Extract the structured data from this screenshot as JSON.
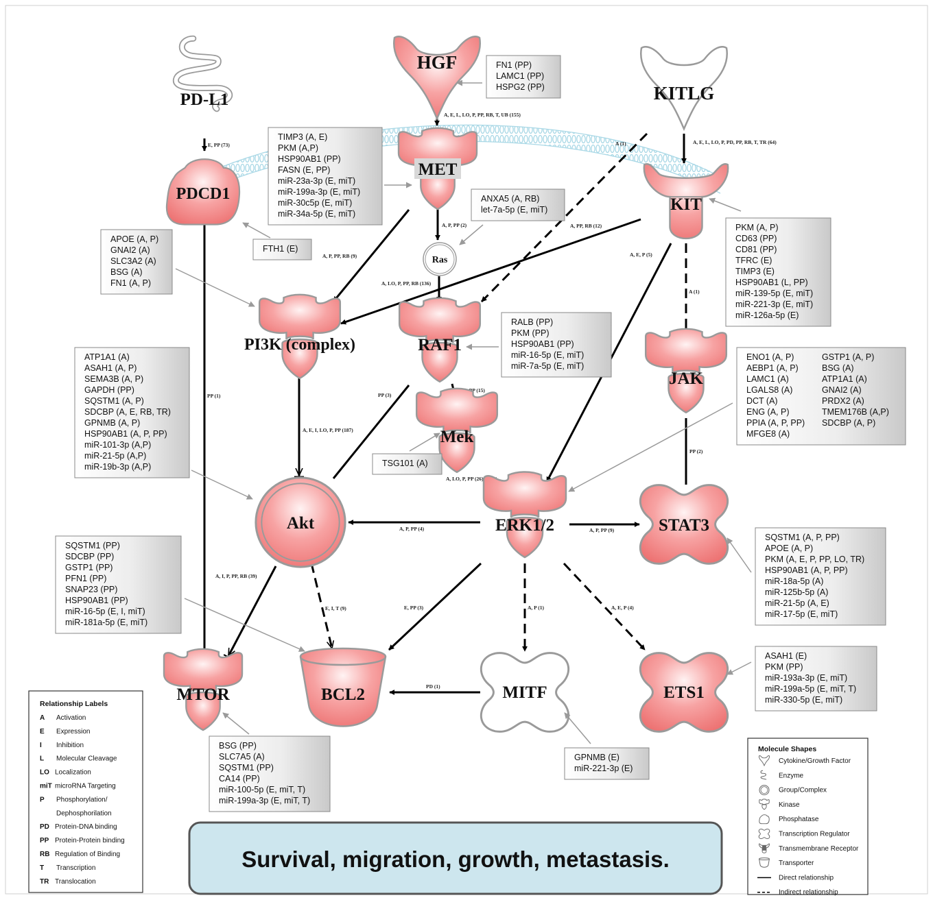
{
  "nodes": [
    {
      "id": "hgf",
      "label": "HGF",
      "shape": "cytokine"
    },
    {
      "id": "pdl1",
      "label": "PD-L1",
      "shape": "enzyme"
    },
    {
      "id": "kitlg",
      "label": "KITLG",
      "shape": "cytokine"
    },
    {
      "id": "met",
      "label": "MET",
      "shape": "kinase"
    },
    {
      "id": "pdcd1",
      "label": "PDCD1",
      "shape": "phosphatase"
    },
    {
      "id": "kit",
      "label": "KIT",
      "shape": "receptor"
    },
    {
      "id": "ras",
      "label": "Ras",
      "shape": "group"
    },
    {
      "id": "pi3k",
      "label": "PI3K (complex)",
      "shape": "kinase"
    },
    {
      "id": "raf1",
      "label": "RAF1",
      "shape": "kinase"
    },
    {
      "id": "jak",
      "label": "JAK",
      "shape": "kinase"
    },
    {
      "id": "mek",
      "label": "Mek",
      "shape": "kinase"
    },
    {
      "id": "akt",
      "label": "Akt",
      "shape": "group"
    },
    {
      "id": "erk",
      "label": "ERK1/2",
      "shape": "kinase"
    },
    {
      "id": "stat3",
      "label": "STAT3",
      "shape": "transcription"
    },
    {
      "id": "mtor",
      "label": "MTOR",
      "shape": "kinase"
    },
    {
      "id": "bcl2",
      "label": "BCL2",
      "shape": "transporter"
    },
    {
      "id": "mitf",
      "label": "MITF",
      "shape": "transcription"
    },
    {
      "id": "ets1",
      "label": "ETS1",
      "shape": "transcription"
    }
  ],
  "edges": [
    {
      "id": "hgf-met",
      "label": "A, E, L, LO, P, PP, RB, T, UB (155)",
      "style": "solid"
    },
    {
      "id": "pdl1-pdcd1",
      "label": "E, PP (73)",
      "style": "solid"
    },
    {
      "id": "kitlg-kit",
      "label": "A, E, L, LO, P, PD, PP, RB, T, TR (64)",
      "style": "solid"
    },
    {
      "id": "kitlg-raf1",
      "label": "A (1)",
      "style": "dashed"
    },
    {
      "id": "met-ras",
      "label": "A, P, PP (2)",
      "style": "solid"
    },
    {
      "id": "ras-raf1",
      "label": "A, LO, P, PP, RB (136)",
      "style": "solid"
    },
    {
      "id": "met-pi3k",
      "label": "A, P, PP, RB (9)",
      "style": "solid"
    },
    {
      "id": "kit-pi3k",
      "label": "A, PP, RB (12)",
      "style": "solid"
    },
    {
      "id": "kit-jak",
      "label": "A (1)",
      "style": "dashed"
    },
    {
      "id": "kit-erk",
      "label": "A, E, P (5)",
      "style": "solid"
    },
    {
      "id": "raf1-mek",
      "label": "A, P, PP (15)",
      "style": "solid"
    },
    {
      "id": "pi3k-akt",
      "label": "A, E, I, LO, P, PP (187)",
      "style": "solid"
    },
    {
      "id": "raf1-akt",
      "label": "PP (3)",
      "style": "solid"
    },
    {
      "id": "mek-erk",
      "label": "A, LO, P, PP (26)",
      "style": "solid"
    },
    {
      "id": "jak-stat3",
      "label": "PP (2)",
      "style": "solid"
    },
    {
      "id": "erk-akt",
      "label": "A, P, PP (4)",
      "style": "solid"
    },
    {
      "id": "erk-stat3",
      "label": "A, P, PP (9)",
      "style": "solid"
    },
    {
      "id": "pdcd1-mtor",
      "label": "PP (1)",
      "style": "solid"
    },
    {
      "id": "akt-mtor",
      "label": "A, I, P, PP, RB (39)",
      "style": "solid"
    },
    {
      "id": "akt-bcl2",
      "label": "E, I, T (9)",
      "style": "dashed"
    },
    {
      "id": "erk-bcl2",
      "label": "E, PP (3)",
      "style": "solid"
    },
    {
      "id": "erk-mitf",
      "label": "A, P (1)",
      "style": "dashed"
    },
    {
      "id": "erk-ets1",
      "label": "A, E, P (4)",
      "style": "dashed"
    },
    {
      "id": "mitf-bcl2",
      "label": "PD (1)",
      "style": "solid"
    }
  ],
  "annotations": [
    {
      "id": "hgf",
      "lines": [
        "FN1 (PP)",
        "LAMC1 (PP)",
        "HSPG2 (PP)"
      ]
    },
    {
      "id": "met",
      "lines": [
        "TIMP3 (A, E)",
        "PKM (A,P)",
        "HSP90AB1 (PP)",
        "FASN (E, PP)",
        "miR-23a-3p (E, miT)",
        "miR-199a-3p (E, miT)",
        "miR-30c5p  (E, miT)",
        "miR-34a-5p (E, miT)"
      ]
    },
    {
      "id": "pdcd1",
      "lines": [
        "FTH1 (E)"
      ]
    },
    {
      "id": "ras",
      "lines": [
        "ANXA5 (A, RB)",
        "let-7a-5p (E, miT)"
      ]
    },
    {
      "id": "pi3k",
      "lines": [
        "APOE (A, P)",
        "GNAI2 (A)",
        "SLC3A2 (A)",
        "BSG (A)",
        "FN1 (A, P)"
      ]
    },
    {
      "id": "kit",
      "lines": [
        "PKM (A, P)",
        "CD63 (PP)",
        "CD81 (PP)",
        "TFRC (E)",
        "TIMP3 (E)",
        "HSP90AB1 (L, PP)",
        "miR-139-5p (E, miT)",
        "miR-221-3p (E, miT)",
        "miR-126a-5p (E)"
      ]
    },
    {
      "id": "raf1",
      "lines": [
        "RALB (PP)",
        "PKM (PP)",
        "HSP90AB1 (PP)",
        "miR-16-5p (E, miT)",
        "miR-7a-5p (E, miT)"
      ]
    },
    {
      "id": "akt",
      "lines": [
        "ATP1A1 (A)",
        "ASAH1 (A, P)",
        "SEMA3B (A, P)",
        "GAPDH (PP)",
        "SQSTM1 (A, P)",
        "SDCBP (A, E, RB, TR)",
        "GPNMB (A, P)",
        "HSP90AB1 (A, P, PP)",
        "miR-101-3p (A,P)",
        "miR-21-5p (A,P)",
        "miR-19b-3p (A,P)"
      ]
    },
    {
      "id": "mek",
      "lines": [
        "TSG101 (A)"
      ]
    },
    {
      "id": "erk",
      "col1": [
        "ENO1 (A, P)",
        "AEBP1 (A, P)",
        "LAMC1 (A)",
        "LGALS8 (A)",
        "DCT (A)",
        "ENG (A, P)",
        "PPIA (A, P, PP)",
        "MFGE8 (A)"
      ],
      "col2": [
        "GSTP1 (A, P)",
        "BSG (A)",
        "ATP1A1 (A)",
        "GNAI2 (A)",
        "PRDX2 (A)",
        "TMEM176B (A,P)",
        "SDCBP (A, P)"
      ]
    },
    {
      "id": "stat3",
      "lines": [
        "SQSTM1 (A, P, PP)",
        "APOE (A, P)",
        "PKM (A, E, P, PP, LO, TR)",
        "HSP90AB1 (A, P, PP)",
        "miR-18a-5p (A)",
        "miR-125b-5p (A)",
        "miR-21-5p (A, E)",
        "miR-17-5p (E, miT)"
      ]
    },
    {
      "id": "bcl2",
      "lines": [
        "SQSTM1 (PP)",
        "SDCBP (PP)",
        "GSTP1 (PP)",
        "PFN1 (PP)",
        "SNAP23 (PP)",
        "HSP90AB1 (PP)",
        "miR-16-5p (E, I, miT)",
        "miR-181a-5p (E, miT)"
      ]
    },
    {
      "id": "ets1",
      "lines": [
        "ASAH1 (E)",
        "PKM (PP)",
        "miR-193a-3p (E, miT)",
        "miR-199a-5p (E, miT, T)",
        "miR-330-5p (E, miT)"
      ]
    },
    {
      "id": "mtor",
      "lines": [
        "BSG (PP)",
        "SLC7A5 (A)",
        "SQSTM1 (PP)",
        "CA14 (PP)",
        "miR-100-5p (E, miT, T)",
        "miR-199a-3p (E, miT, T)"
      ]
    },
    {
      "id": "mitf",
      "lines": [
        "GPNMB (E)",
        "miR-221-3p (E)"
      ]
    }
  ],
  "legend_relationship": {
    "title": "Relationship Labels",
    "items": [
      {
        "abbr": "A",
        "text": "Activation"
      },
      {
        "abbr": "E",
        "text": "Expression"
      },
      {
        "abbr": "I",
        "text": "Inhibition"
      },
      {
        "abbr": "L",
        "text": "Molecular Cleavage"
      },
      {
        "abbr": "LO",
        "text": "Localization"
      },
      {
        "abbr": "miT",
        "text": "microRNA Targeting"
      },
      {
        "abbr": "P",
        "text": "Phosphorylation/"
      },
      {
        "abbr": "",
        "text": "Dephosphorilation"
      },
      {
        "abbr": "PD",
        "text": "Protein-DNA binding"
      },
      {
        "abbr": "PP",
        "text": "Protein-Protein binding"
      },
      {
        "abbr": "RB",
        "text": "Regulation of Binding"
      },
      {
        "abbr": "T",
        "text": "Transcription"
      },
      {
        "abbr": "TR",
        "text": "Translocation"
      }
    ]
  },
  "legend_shapes": {
    "title": "Molecule Shapes",
    "items": [
      {
        "icon": "cytokine",
        "text": "Cytokine/Growth Factor"
      },
      {
        "icon": "enzyme",
        "text": "Enzyme"
      },
      {
        "icon": "group",
        "text": "Group/Complex"
      },
      {
        "icon": "kinase",
        "text": "Kinase"
      },
      {
        "icon": "phosphatase",
        "text": "Phosphatase"
      },
      {
        "icon": "transcription",
        "text": "Transcription Regulator"
      },
      {
        "icon": "receptor",
        "text": "Transmembrane Receptor"
      },
      {
        "icon": "transporter",
        "text": "Transporter"
      },
      {
        "icon": "direct-line",
        "text": "Direct relationship"
      },
      {
        "icon": "indirect-line",
        "text": "Indirect relationship"
      }
    ]
  },
  "banner": {
    "text": "Survival, migration, growth, metastasis."
  },
  "colors": {
    "node_fill": "#f07b7b",
    "node_light": "#ffe8e8",
    "node_outline": "#9a9a9a",
    "membrane": "#a9d8e6",
    "banner_bg": "#cde6ee",
    "edge": "#000000",
    "anno_arrow": "#9a9a9a"
  }
}
